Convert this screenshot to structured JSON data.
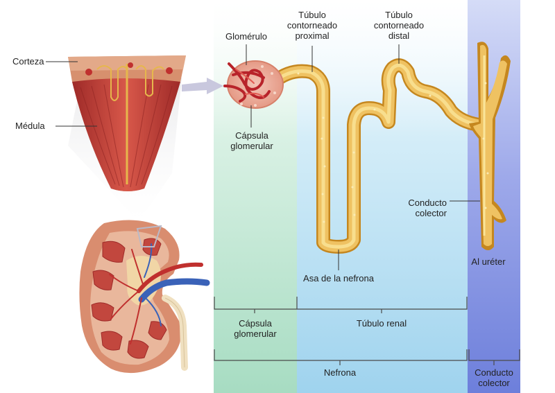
{
  "labels": {
    "corteza": "Corteza",
    "medula": "Médula",
    "glomerulo": "Glomérulo",
    "tubulo_proximal": [
      "Túbulo",
      "contorneado",
      "proximal"
    ],
    "tubulo_distal": [
      "Túbulo",
      "contorneado",
      "distal"
    ],
    "capsula_glomerular": [
      "Cápsula",
      "glomerular"
    ],
    "asa_nefrona": "Asa de la nefrona",
    "conducto_colector": [
      "Conducto",
      "colector"
    ],
    "al_ureter": "Al uréter"
  },
  "regions": {
    "capsula_glomerular": [
      "Cápsula",
      "glomerular"
    ],
    "tubulo_renal": "Túbulo renal",
    "nefrona": "Nefrona",
    "conducto_colector": [
      "Conducto",
      "colector"
    ]
  },
  "colors": {
    "band_capsule": "#c9ebd8",
    "band_tubule": "#c8e6f6",
    "band_duct": "#7f8fe0",
    "tubule": "#e8b24a",
    "tubule_light": "#f7dc86",
    "kidney_tissue": "#d98d6f",
    "medulla": "#c2473e",
    "vessel_red": "#c0302e",
    "vessel_blue": "#3a62b8"
  }
}
